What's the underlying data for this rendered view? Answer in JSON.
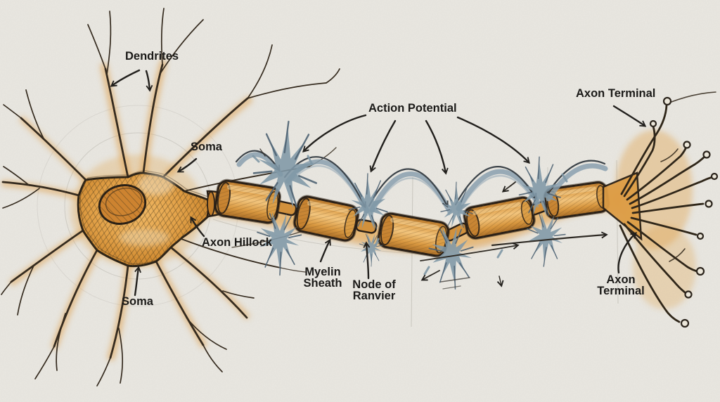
{
  "diagram": {
    "type": "anatomical-sketch",
    "subject": "Neuron structure with saltatory action potential propagation",
    "labels": {
      "dendrites": "Dendrites",
      "soma_upper": "Soma",
      "soma_lower": "Soma",
      "axon_hillock": "Axon Hillock",
      "action_potential": "Action Potential",
      "myelin_sheath_line1": "Myelin",
      "myelin_sheath_line2": "Sheath",
      "node_of_ranvier_line1": "Node of",
      "node_of_ranvier_line2": "Ranvier",
      "axon_terminal_top": "Axon Terminal",
      "axon_terminal_bottom_line1": "Axon",
      "axon_terminal_bottom_line2": "Terminal"
    },
    "colors": {
      "paper": "#e9e7e1",
      "ink": "#2b241c",
      "neuron_orange": "#dd9a42",
      "neuron_orange_light": "#f2c57e",
      "impulse_blue": "#7f97a6",
      "label_text": "#1b1a18"
    }
  }
}
